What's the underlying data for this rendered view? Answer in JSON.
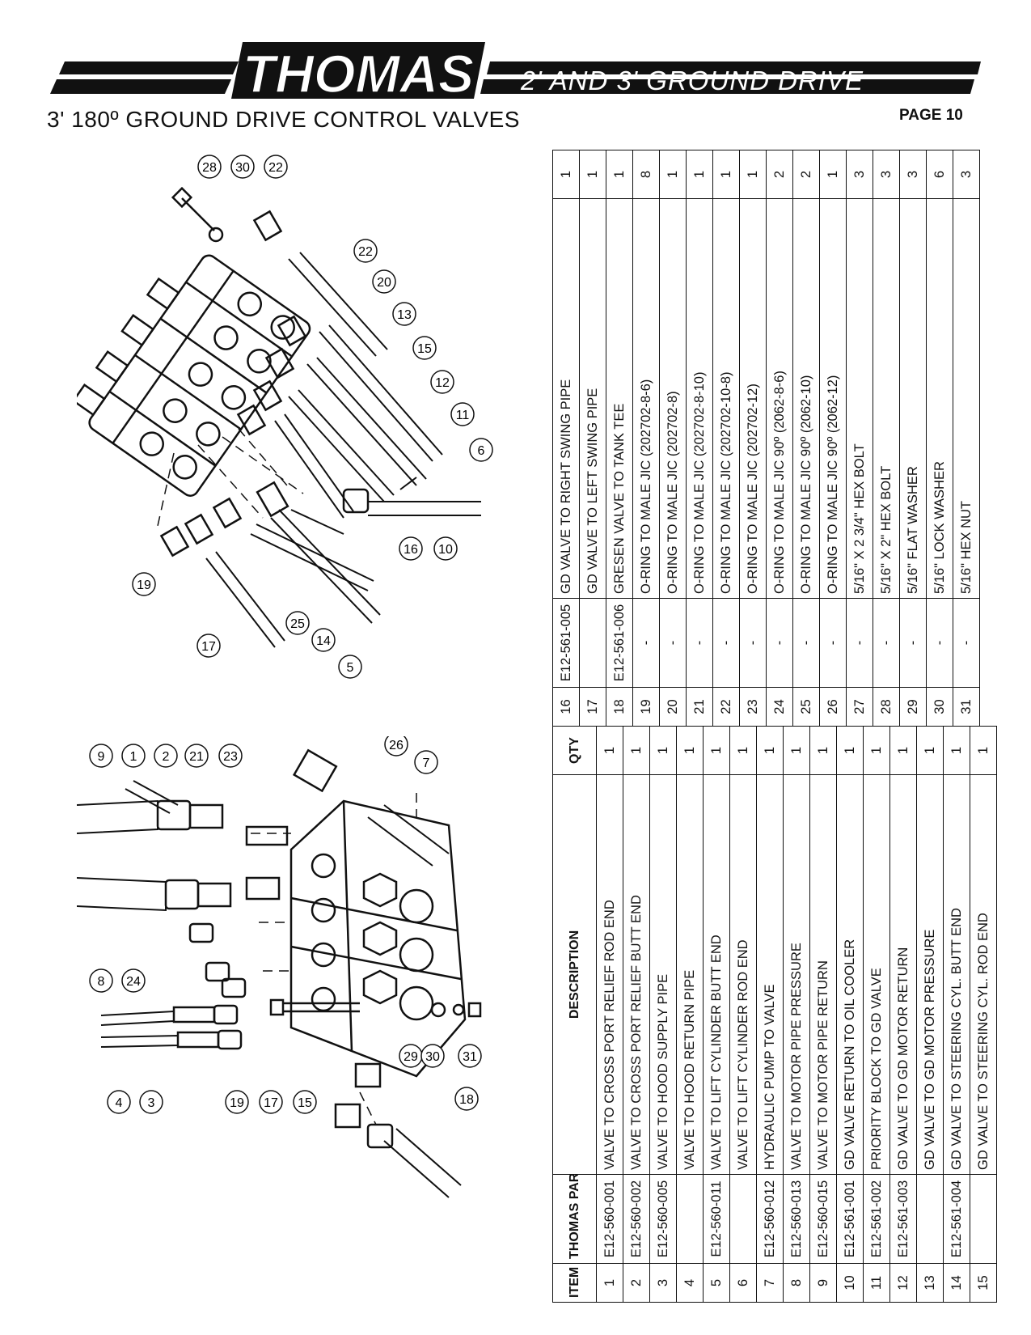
{
  "header": {
    "brand": "THOMAS",
    "product": "2' AND 3' GROUND DRIVE",
    "page_title": "3' 180º GROUND DRIVE CONTROL VALVES",
    "page_number": "PAGE 10"
  },
  "table": {
    "columns": [
      "ITEM #",
      "THOMAS PART #",
      "DESCRIPTION",
      "QTY"
    ],
    "rows": [
      {
        "item": "1",
        "part": "E12-560-001",
        "desc": "VALVE TO CROSS PORT RELIEF ROD END",
        "qty": "1"
      },
      {
        "item": "2",
        "part": "E12-560-002",
        "desc": "VALVE TO CROSS PORT RELIEF BUTT END",
        "qty": "1"
      },
      {
        "item": "3",
        "part": "E12-560-005",
        "desc": "VALVE TO HOOD SUPPLY PIPE",
        "qty": "1"
      },
      {
        "item": "4",
        "part": "",
        "desc": "VALVE TO HOOD RETURN PIPE",
        "qty": "1"
      },
      {
        "item": "5",
        "part": "E12-560-011",
        "desc": "VALVE TO LIFT CYLINDER BUTT END",
        "qty": "1"
      },
      {
        "item": "6",
        "part": "",
        "desc": "VALVE TO LIFT CYLINDER ROD END",
        "qty": "1"
      },
      {
        "item": "7",
        "part": "E12-560-012",
        "desc": "HYDRAULIC PUMP TO VALVE",
        "qty": "1"
      },
      {
        "item": "8",
        "part": "E12-560-013",
        "desc": "VALVE TO MOTOR PIPE PRESSURE",
        "qty": "1"
      },
      {
        "item": "9",
        "part": "E12-560-015",
        "desc": "VALVE TO MOTOR PIPE RETURN",
        "qty": "1"
      },
      {
        "item": "10",
        "part": "E12-561-001",
        "desc": "GD VALVE RETURN TO OIL COOLER",
        "qty": "1"
      },
      {
        "item": "11",
        "part": "E12-561-002",
        "desc": "PRIORITY BLOCK TO GD VALVE",
        "qty": "1"
      },
      {
        "item": "12",
        "part": "E12-561-003",
        "desc": "GD VALVE TO GD MOTOR RETURN",
        "qty": "1"
      },
      {
        "item": "13",
        "part": "",
        "desc": "GD VALVE TO GD MOTOR PRESSURE",
        "qty": "1"
      },
      {
        "item": "14",
        "part": "E12-561-004",
        "desc": "GD VALVE TO STEERING CYL. BUTT END",
        "qty": "1"
      },
      {
        "item": "15",
        "part": "",
        "desc": "GD VALVE TO STEERING CYL. ROD END",
        "qty": "1"
      },
      {
        "item": "16",
        "part": "E12-561-005",
        "desc": "GD VALVE TO RIGHT SWING PIPE",
        "qty": "1"
      },
      {
        "item": "17",
        "part": "",
        "desc": "GD VALVE TO LEFT SWING PIPE",
        "qty": "1"
      },
      {
        "item": "18",
        "part": "E12-561-006",
        "desc": "GRESEN VALVE TO TANK TEE",
        "qty": "1"
      },
      {
        "item": "19",
        "part": "-",
        "desc": "O-RING TO MALE JIC (202702-8-6)",
        "qty": "8"
      },
      {
        "item": "20",
        "part": "-",
        "desc": "O-RING TO MALE JIC (202702-8)",
        "qty": "1"
      },
      {
        "item": "21",
        "part": "-",
        "desc": "O-RING TO MALE JIC (202702-8-10)",
        "qty": "1"
      },
      {
        "item": "22",
        "part": "-",
        "desc": "O-RING TO MALE JIC (202702-10-8)",
        "qty": "1"
      },
      {
        "item": "23",
        "part": "-",
        "desc": "O-RING TO MALE JIC (202702-12)",
        "qty": "1"
      },
      {
        "item": "24",
        "part": "-",
        "desc": "O-RING TO MALE JIC 90º (2062-8-6)",
        "qty": "2"
      },
      {
        "item": "25",
        "part": "-",
        "desc": "O-RING TO MALE JIC 90º (2062-10)",
        "qty": "2"
      },
      {
        "item": "26",
        "part": "-",
        "desc": "O-RING TO MALE JIC 90º (2062-12)",
        "qty": "1"
      },
      {
        "item": "27",
        "part": "-",
        "desc": "5/16\" X 2 3/4\" HEX BOLT",
        "qty": "3"
      },
      {
        "item": "28",
        "part": "-",
        "desc": "5/16\" X 2\" HEX BOLT",
        "qty": "3"
      },
      {
        "item": "29",
        "part": "-",
        "desc": "5/16\" FLAT WASHER",
        "qty": "3"
      },
      {
        "item": "30",
        "part": "-",
        "desc": "5/16\" LOCK WASHER",
        "qty": "6"
      },
      {
        "item": "31",
        "part": "-",
        "desc": "5/16\" HEX NUT",
        "qty": "3"
      }
    ]
  },
  "diagram_top": {
    "callouts": [
      "28",
      "30",
      "22",
      "22",
      "20",
      "13",
      "15",
      "12",
      "11",
      "6",
      "10",
      "16",
      "5",
      "14",
      "25",
      "17",
      "19"
    ]
  },
  "diagram_bottom": {
    "callouts": [
      "9",
      "1",
      "2",
      "21",
      "23",
      "26",
      "7",
      "8",
      "24",
      "4",
      "3",
      "19",
      "17",
      "15",
      "29",
      "30",
      "31",
      "18"
    ]
  }
}
